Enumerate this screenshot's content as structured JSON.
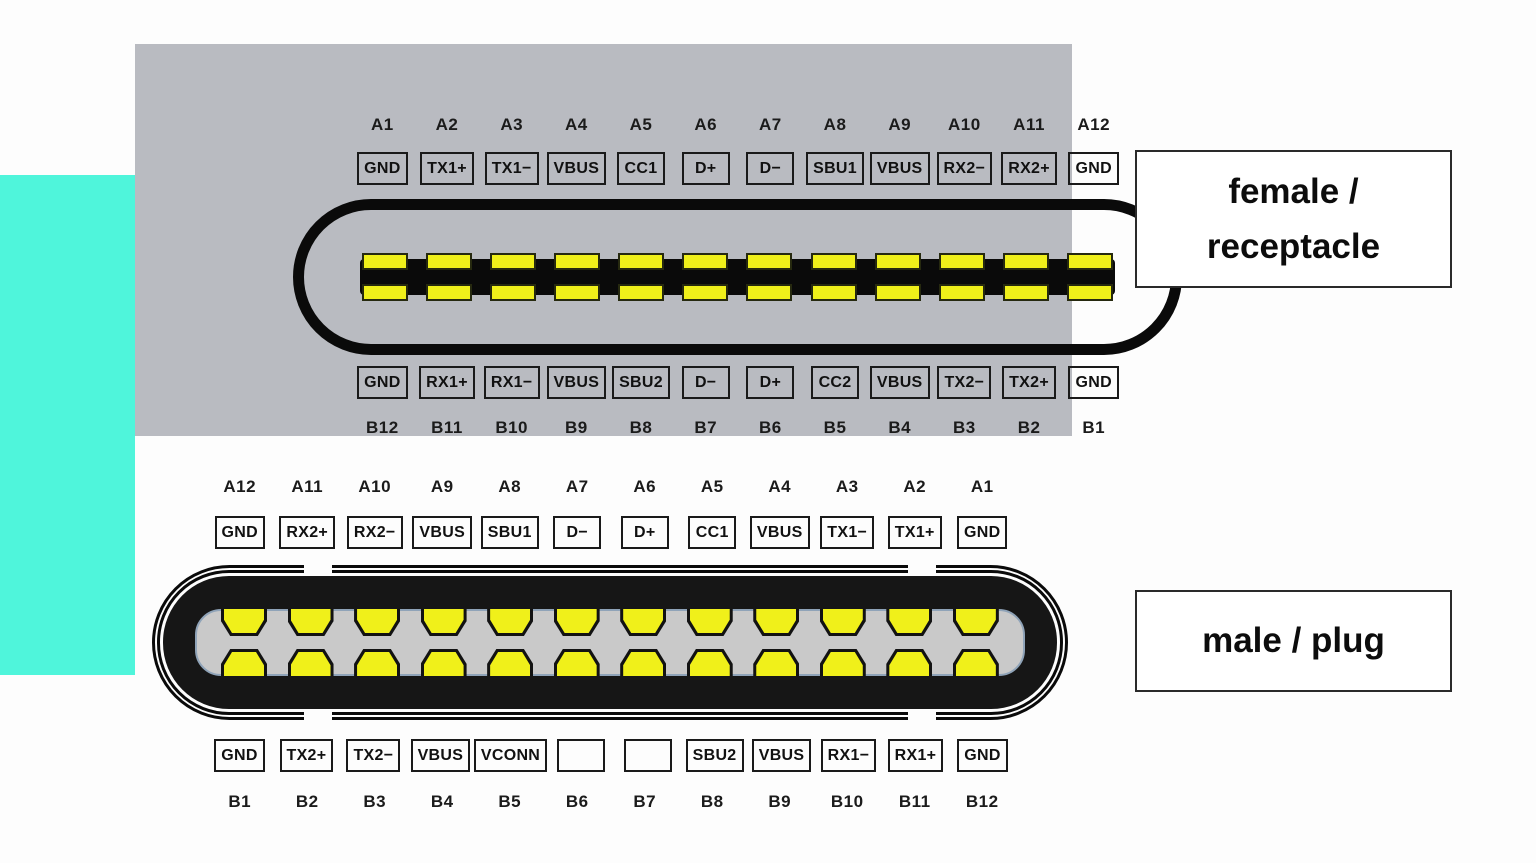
{
  "colors": {
    "background": "#fdfdfd",
    "panel_gray": "#b9bbc1",
    "teal_accent": "#4ff5db",
    "pin_yellow": "#f0f01a",
    "connector_black": "#0a0a0a",
    "cavity_gray": "#c9c9c9"
  },
  "pin_count": 12,
  "female": {
    "label_line1": "female /",
    "label_line2": "receptacle",
    "top_numbers": [
      "A1",
      "A2",
      "A3",
      "A4",
      "A5",
      "A6",
      "A7",
      "A8",
      "A9",
      "A10",
      "A11",
      "A12"
    ],
    "top_pins": [
      "GND",
      "TX1+",
      "TX1−",
      "VBUS",
      "CC1",
      "D+",
      "D−",
      "SBU1",
      "VBUS",
      "RX2−",
      "RX2+",
      "GND"
    ],
    "bottom_pins": [
      "GND",
      "RX1+",
      "RX1−",
      "VBUS",
      "SBU2",
      "D−",
      "D+",
      "CC2",
      "VBUS",
      "TX2−",
      "TX2+",
      "GND"
    ],
    "bottom_numbers": [
      "B12",
      "B11",
      "B10",
      "B9",
      "B8",
      "B7",
      "B6",
      "B5",
      "B4",
      "B3",
      "B2",
      "B1"
    ]
  },
  "male": {
    "label": "male / plug",
    "top_numbers": [
      "A12",
      "A11",
      "A10",
      "A9",
      "A8",
      "A7",
      "A6",
      "A5",
      "A4",
      "A3",
      "A2",
      "A1"
    ],
    "top_pins": [
      "GND",
      "RX2+",
      "RX2−",
      "VBUS",
      "SBU1",
      "D−",
      "D+",
      "CC1",
      "VBUS",
      "TX1−",
      "TX1+",
      "GND"
    ],
    "bottom_pins": [
      "GND",
      "TX2+",
      "TX2−",
      "VBUS",
      "VCONN",
      "",
      "",
      "SBU2",
      "VBUS",
      "RX1−",
      "RX1+",
      "GND"
    ],
    "bottom_numbers": [
      "B1",
      "B2",
      "B3",
      "B4",
      "B5",
      "B6",
      "B7",
      "B8",
      "B9",
      "B10",
      "B11",
      "B12"
    ]
  }
}
